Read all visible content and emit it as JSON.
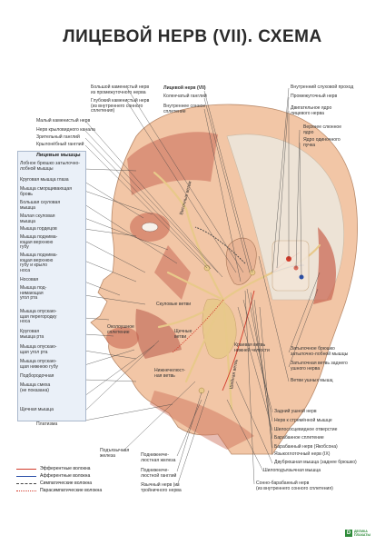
{
  "title": "ЛИЦЕВОЙ НЕРВ (VII). СХЕМА",
  "colors": {
    "efferent": "#d23a2a",
    "afferent": "#2b4fa8",
    "sympathetic": "#444444",
    "parasympathetic": "#d23a2a",
    "nerve": "#e8c98a",
    "skin": "#f2c6a6",
    "muscle": "#c96a55",
    "panel": "#eaf0f8"
  },
  "top_left_labels": [
    "Большой каменистый нерв\nиз промежуточного нерва",
    "Глубокий каменистый нерв\n(из внутреннего сонного\nсплетения)",
    "Малый каменистый нерв",
    "Нерв крыловидного канала",
    "Зрительный ганглий",
    "Крылонёбный ганглий"
  ],
  "center_labels": {
    "nerve_title": "Лицевой нерв (VII)",
    "geniculate": "Коленчатый ганглий",
    "internal_carotid": "Внутреннее сонное\nсплетение"
  },
  "right_labels": [
    "Внутренний слуховой проход",
    "Промежуточный нерв",
    "Двигательное ядро\nлицевого нерва",
    "Верхнее слюнное\nядро",
    "Ядро одиночного\nпучка",
    "Затылочное брюшко\nзатылочно-лобной мышцы",
    "Затылочная ветвь заднего\nушного нерва",
    "Ветви ушных мышц",
    "Задний ушной нерв",
    "Нерв к стремённой мышце",
    "Шилососцевидное отверстие",
    "Барабанное сплетение",
    "Барабанный нерв (Якобсона)",
    "Языкоглоточный нерв (IX)",
    "Двубрюшная мышца (заднее брюшко)",
    "Шилоподъязычная мышца",
    "Сонно-барабанный нерв\n(из внутреннего сонного сплетения)"
  ],
  "muscles_panel": {
    "title": "Лицевые мышцы",
    "items": [
      "Лобное брюшко затылочно-\nлобной мышцы",
      "Круговая мышца глаза",
      "Мышца сморщивающая\nбровь",
      "Большая скуловая\nмышца",
      "Малая скуловая\nмышца",
      "Мышца гордецов",
      "Мышца поднима-\nющая верхнюю\nгубу",
      "Мышца поднима-\nющая верхнюю\nгубу и крыло\nноса",
      "Носовая",
      "Мышца под-\nнимающая\nугол рта",
      "Мышца опускаю-\nщая перегородку\nноса",
      "Круговая\nмышца рта",
      "Мышца опускаю-\nщая угол рта",
      "Мышца опускаю-\nщая нижнюю губу",
      "Подбородочная",
      "Мышца смеха\n(не показана)",
      "Щечная мышца",
      "Платизма"
    ]
  },
  "bottom_center_labels": [
    "Подъязычная\nжелеза",
    "Поднижнече-\nлюстная железа",
    "Поднижнече-\nлюстной ганглий",
    "Язычный нерв (из\nтройничного нерва"
  ],
  "branch_labels": {
    "temporal": "Височные ветви",
    "zygomatic": "Скуловые ветви",
    "buccal": "Щечные\nветви",
    "mandibular": "Краевая ветвь\nнижней челюсти",
    "cervical": "Шейная ветвь",
    "parotid": "Околоушное\nсплетение",
    "marginal": "Нижнечелюст-\nная ветвь"
  },
  "legend": [
    {
      "label": "Эфферентные волокна",
      "color": "#d23a2a",
      "style": "solid"
    },
    {
      "label": "Афферентные волокна",
      "color": "#2b4fa8",
      "style": "solid"
    },
    {
      "label": "Симпатические волокна",
      "color": "#444444",
      "style": "dashed"
    },
    {
      "label": "Парасимпатические волокна",
      "color": "#d23a2a",
      "style": "dotted"
    }
  ],
  "logo": {
    "mark": "D",
    "text": "ДЕЛИКА\nПЛАКАТЫ"
  }
}
